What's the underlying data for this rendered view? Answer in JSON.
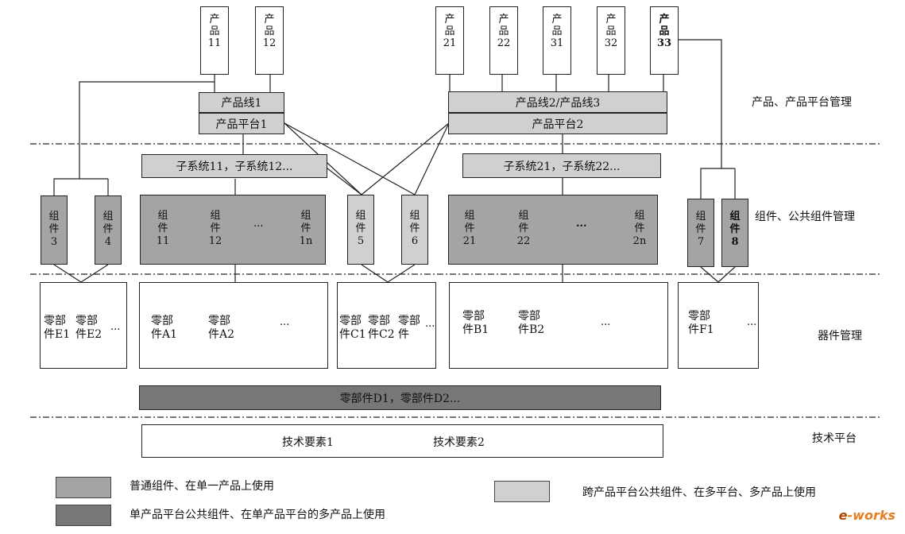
{
  "products": [
    {
      "label": "产\n品\n11"
    },
    {
      "label": "产\n品\n12"
    },
    {
      "label": "产\n品\n21"
    },
    {
      "label": "产\n品\n22"
    },
    {
      "label": "产\n品\n31"
    },
    {
      "label": "产\n品\n32"
    },
    {
      "label": "产\n品\n33"
    }
  ],
  "platforms": {
    "line1": "产品线1",
    "platform1": "产品平台1",
    "line23": "产品线2/产品线3",
    "platform2": "产品平台2"
  },
  "subsystems": {
    "group1": "子系统11，子系统12...",
    "group2": "子系统21，子系统22..."
  },
  "components": {
    "c3": "组\n件\n3",
    "c4": "组\n件\n4",
    "c11": "组\n件\n11",
    "c12": "组\n件\n12",
    "c1n": "组\n件\n1n",
    "c5": "组\n件\n5",
    "c6": "组\n件\n6",
    "c21": "组\n件\n21",
    "c22": "组\n件\n22",
    "c2n": "组\n件\n2n",
    "c7": "组\n件\n7",
    "c8": "组\n件\n8",
    "ellipsis": "..."
  },
  "parts": {
    "e1": "零部\n件E1",
    "e2": "零部\n件E2",
    "a1": "零部\n件A1",
    "a2": "零部\n件A2",
    "c1": "零部\n件C1",
    "c2": "零部\n件C2",
    "c3": "零部\n件",
    "b1": "零部\n件B1",
    "b2": "零部\n件B2",
    "f1": "零部\n件F1",
    "d_bar": "零部件D1，零部件D2...",
    "ellipsis": "..."
  },
  "tech": {
    "el1": "技术要素1",
    "el2": "技术要素2"
  },
  "side_labels": {
    "product_mgmt": "产品、产品平台管理",
    "component_mgmt": "组件、公共组件管理",
    "device_mgmt": "器件管理",
    "tech_platform": "技术平台"
  },
  "legend": {
    "common": "普通组件、在单一产品上使用",
    "single_platform": "单产品平台公共组件、在单产品平台的多产品上使用",
    "cross_platform": "跨产品平台公共组件、在多平台、多产品上使用"
  },
  "colors": {
    "light": "#d0d0d0",
    "mid": "#a4a4a4",
    "dark": "#777777"
  },
  "watermark": {
    "prefix": "e",
    "text": "works"
  }
}
